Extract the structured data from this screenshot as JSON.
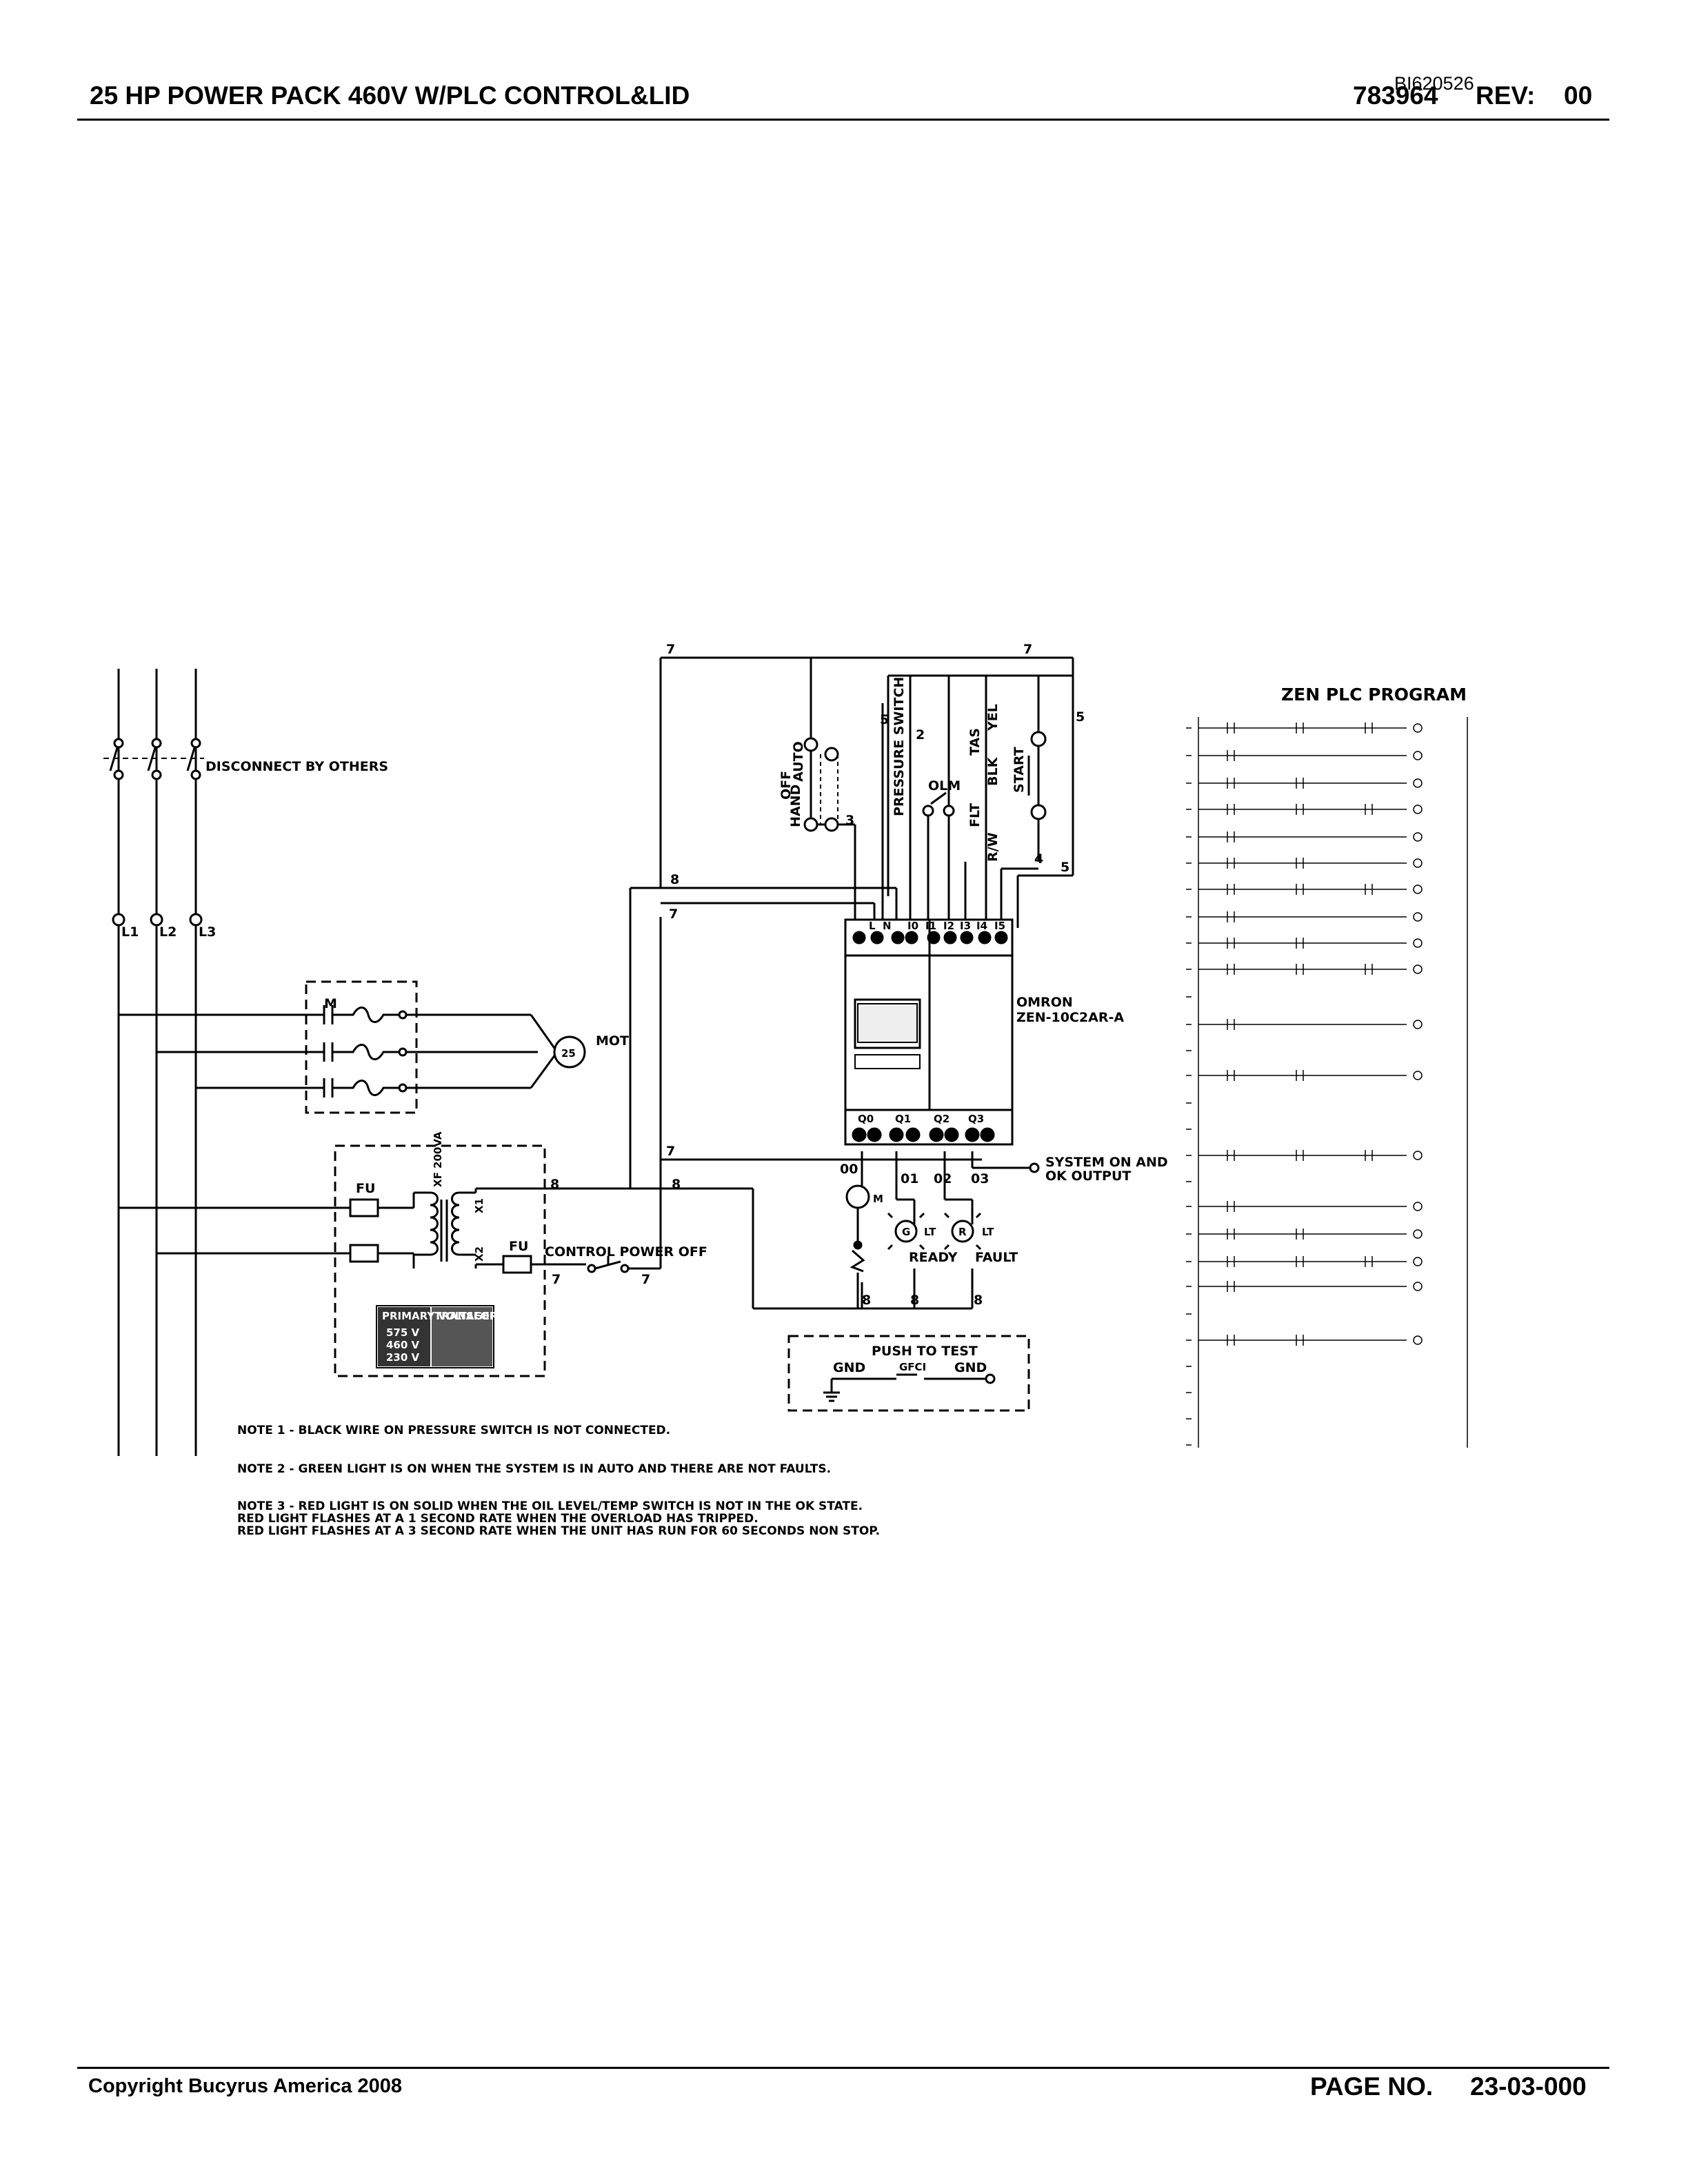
{
  "header": {
    "title": "25 HP POWER PACK 460V W/PLC CONTROL&LID",
    "ref_number": "BI620526",
    "doc_number": "783964",
    "rev_label": "REV:",
    "rev_value": "00"
  },
  "footer": {
    "copyright": "Copyright Bucyrus America 2008",
    "page_label": "PAGE NO.",
    "page_number": "23-03-000"
  },
  "diagram": {
    "disconnect_label": "DISCONNECT BY OTHERS",
    "phases": [
      "L1",
      "L2",
      "L3"
    ],
    "starter_label": "M",
    "motor_label": "MOT",
    "motor_hp": "25",
    "fuse_label": "FU",
    "transformer_label": "XF 200VA",
    "x1_label": "X1",
    "x2_label": "X2",
    "control_power_label": "CONTROL POWER OFF",
    "voltage_table_title": "PRIMARY VOLTAGE",
    "voltage_table_tap": "TRANSFORMER TAP CONNECTION",
    "voltage_table_rows": [
      "575 V",
      "460 V",
      "230 V"
    ],
    "switch_hand": "HAND",
    "switch_off": "OFF",
    "switch_auto": "AUTO",
    "pressure_switch": "PRESSURE SWITCH",
    "olm_label": "OLM",
    "tas_label": "TAS",
    "flt_label": "FLT",
    "rw_label": "R/W",
    "blk_label": "BLK",
    "yel_label": "YEL",
    "start_label": "START",
    "plc_model_line1": "OMRON",
    "plc_model_line2": "ZEN-10C2AR-A",
    "system_output_line1": "SYSTEM ON AND",
    "system_output_line2": "OK OUTPUT",
    "ready_label": "READY",
    "fault_label": "FAULT",
    "lt_label": "LT",
    "g_label": "G",
    "r_label": "R",
    "m_coil_label": "M",
    "gfci_label": "PUSH TO TEST",
    "gfci_sub": "GFCI",
    "gnd_left": "GND",
    "gnd_right": "GND",
    "wire_numbers": {
      "w7": "7",
      "w8": "8",
      "w5": "5",
      "w2": "2",
      "w3": "3",
      "w4": "4",
      "w00": "00",
      "w01": "01",
      "w02": "02",
      "w03": "03"
    },
    "terminal_labels": [
      "L",
      "N",
      "I0",
      "I1",
      "I2",
      "I3",
      "I4",
      "I5"
    ],
    "output_terminals": [
      "Q0",
      "Q1",
      "Q2",
      "Q3"
    ],
    "notes": [
      "NOTE 1 - BLACK WIRE ON PRESSURE SWITCH IS NOT CONNECTED.",
      "NOTE 2 - GREEN LIGHT IS ON WHEN THE SYSTEM IS IN AUTO AND THERE ARE NOT FAULTS.",
      "NOTE 3 - RED LIGHT IS ON SOLID WHEN THE OIL LEVEL/TEMP SWITCH IS NOT IN THE OK STATE.",
      "RED LIGHT FLASHES AT A 1 SECOND RATE WHEN THE OVERLOAD HAS TRIPPED.",
      "RED LIGHT FLASHES AT A 3 SECOND RATE WHEN THE UNIT HAS RUN FOR 60 SECONDS NON STOP."
    ]
  },
  "plc_program": {
    "title": "ZEN PLC PROGRAM"
  }
}
